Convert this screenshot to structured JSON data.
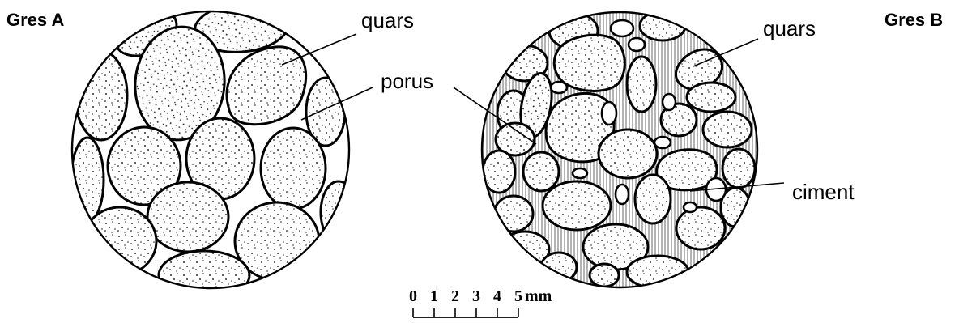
{
  "figure": {
    "title_a": "Gres A",
    "title_b": "Gres B"
  },
  "labels": {
    "a_quartz": "quars",
    "a_pore": "porus",
    "b_quartz": "quars",
    "b_cement": "ciment"
  },
  "scale_bar": {
    "ticks": [
      "0",
      "1",
      "2",
      "3",
      "4",
      "5"
    ],
    "unit": "mm"
  }
}
